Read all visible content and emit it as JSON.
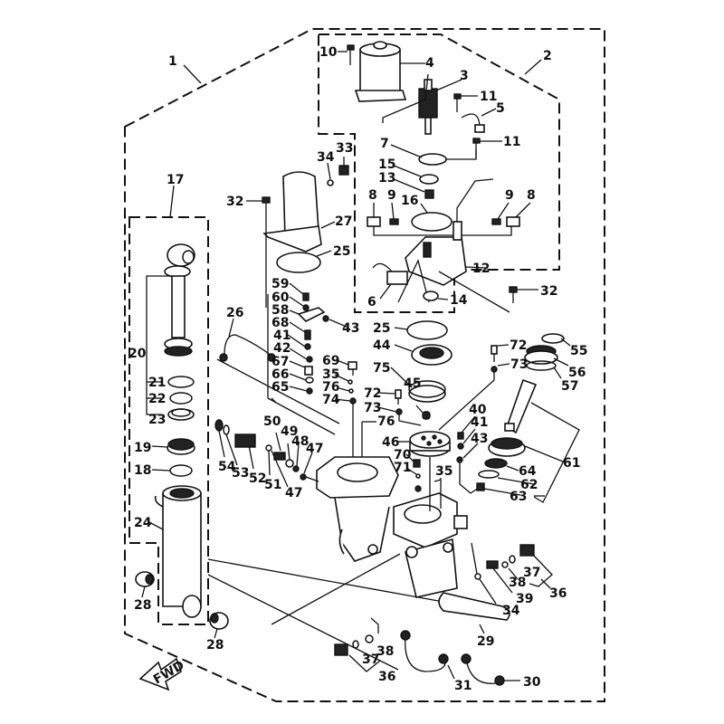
{
  "diagram": {
    "title": "Power Trim & Tilt Unit – Exploded Parts View",
    "direction_marker": "FWD",
    "callouts": [
      "1",
      "2",
      "3",
      "4",
      "5",
      "6",
      "7",
      "8",
      "8",
      "9",
      "9",
      "10",
      "11",
      "11",
      "12",
      "13",
      "14",
      "15",
      "16",
      "17",
      "18",
      "19",
      "20",
      "21",
      "22",
      "23",
      "24",
      "25",
      "25",
      "26",
      "27",
      "28",
      "28",
      "29",
      "30",
      "31",
      "32",
      "32",
      "33",
      "34",
      "34",
      "35",
      "35",
      "36",
      "36",
      "37",
      "37",
      "38",
      "38",
      "39",
      "40",
      "41",
      "41",
      "42",
      "43",
      "43",
      "44",
      "45",
      "46",
      "47",
      "47",
      "48",
      "49",
      "50",
      "51",
      "52",
      "53",
      "54",
      "55",
      "56",
      "57",
      "58",
      "59",
      "60",
      "61",
      "62",
      "63",
      "64",
      "65",
      "66",
      "67",
      "68",
      "69",
      "70",
      "71",
      "72",
      "72",
      "73",
      "73",
      "74",
      "75",
      "76",
      "76"
    ],
    "labels": {
      "l1": "1",
      "l2": "2",
      "l3": "3",
      "l4": "4",
      "l5": "5",
      "l6": "6",
      "l7": "7",
      "l8a": "8",
      "l8b": "8",
      "l9a": "9",
      "l9b": "9",
      "l10": "10",
      "l11a": "11",
      "l11b": "11",
      "l12": "12",
      "l13": "13",
      "l14": "14",
      "l15": "15",
      "l16": "16",
      "l17": "17",
      "l18": "18",
      "l19": "19",
      "l20": "20",
      "l21": "21",
      "l22": "22",
      "l23": "23",
      "l24": "24",
      "l25a": "25",
      "l25b": "25",
      "l26": "26",
      "l27": "27",
      "l28a": "28",
      "l28b": "28",
      "l29": "29",
      "l30": "30",
      "l31": "31",
      "l32a": "32",
      "l32b": "32",
      "l33": "33",
      "l34a": "34",
      "l34b": "34",
      "l35a": "35",
      "l35b": "35",
      "l36a": "36",
      "l36b": "36",
      "l37a": "37",
      "l37b": "37",
      "l38a": "38",
      "l38b": "38",
      "l39": "39",
      "l40": "40",
      "l41a": "41",
      "l41b": "41",
      "l42": "42",
      "l43a": "43",
      "l43b": "43",
      "l44": "44",
      "l45": "45",
      "l46": "46",
      "l47a": "47",
      "l47b": "47",
      "l48": "48",
      "l49": "49",
      "l50": "50",
      "l51": "51",
      "l52": "52",
      "l53": "53",
      "l54": "54",
      "l55": "55",
      "l56": "56",
      "l57": "57",
      "l58": "58",
      "l59": "59",
      "l60": "60",
      "l61": "61",
      "l62": "62",
      "l63": "63",
      "l64": "64",
      "l65": "65",
      "l66": "66",
      "l67": "67",
      "l68": "68",
      "l69": "69",
      "l70": "70",
      "l71": "71",
      "l72a": "72",
      "l72b": "72",
      "l73a": "73",
      "l73b": "73",
      "l74": "74",
      "l75": "75",
      "l76a": "76",
      "l76b": "76"
    }
  }
}
